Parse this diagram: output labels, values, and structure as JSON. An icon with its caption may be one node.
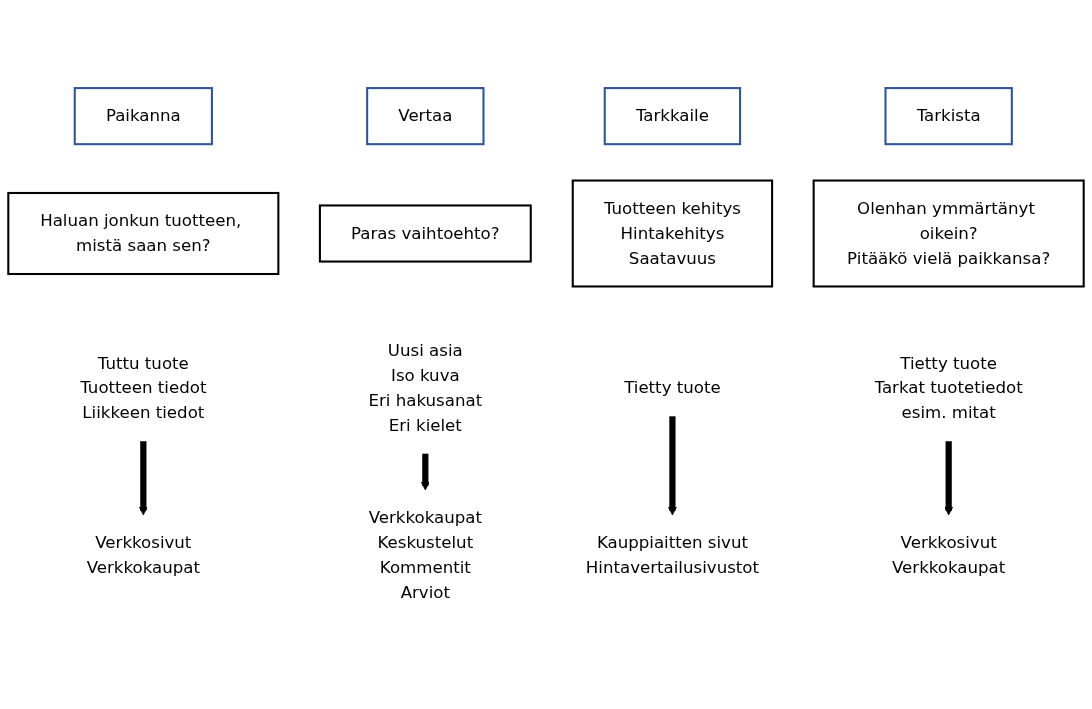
{
  "diagram": {
    "nodes": [
      {
        "text": [
          "Paikanna"
        ]
      },
      {
        "text": [
          "Haluan jonkun tuotteen, mistä saan sen?"
        ]
      },
      {
        "text": [
          "Tuttu tuote",
          "Tuotteen tiedot",
          "Liikkeen tiedot"
        ]
      },
      {
        "text": [
          "Verkkosivut",
          "Verkkokaupat"
        ]
      },
      {
        "text": [
          "Vertaa"
        ]
      },
      {
        "text": [
          "Paras vaihtoehto?"
        ]
      },
      {
        "text": [
          "Uusi asia",
          "Iso kuva",
          "Eri hakusanat",
          "Eri kielet"
        ]
      },
      {
        "text": [
          "Verkkokaupat",
          "Keskustelut",
          "Kommentit",
          "Arviot"
        ]
      },
      {
        "text": [
          "Tarkkaile"
        ]
      },
      {
        "text": [
          "Tuotteen kehitys",
          "Hintakehitys",
          "Saatavuus"
        ]
      },
      {
        "text": [
          "Tietty tuote"
        ]
      },
      {
        "text": [
          "Kauppiaitten sivut",
          "Hintavertailusivustot"
        ]
      },
      {
        "text": [
          "Tarkista"
        ]
      },
      {
        "text": [
          "Olenhan ymmärtänyt oikein?",
          "Pitääkö vielä paikkansa?"
        ]
      },
      {
        "text": [
          "Tietty tuote",
          "Tarkat tuotetiedot",
          "esim. mitat"
        ]
      },
      {
        "text": [
          "Verkkosivut",
          "Verkkokaupat"
        ]
      }
    ],
    "edges": [
      {
        "from": 2,
        "to": 3,
        "arrow": "to"
      },
      {
        "from": 6,
        "to": 7,
        "arrow": "to"
      },
      {
        "from": 10,
        "to": 11,
        "arrow": "to"
      },
      {
        "from": 14,
        "to": 15,
        "arrow": "to"
      }
    ]
  }
}
